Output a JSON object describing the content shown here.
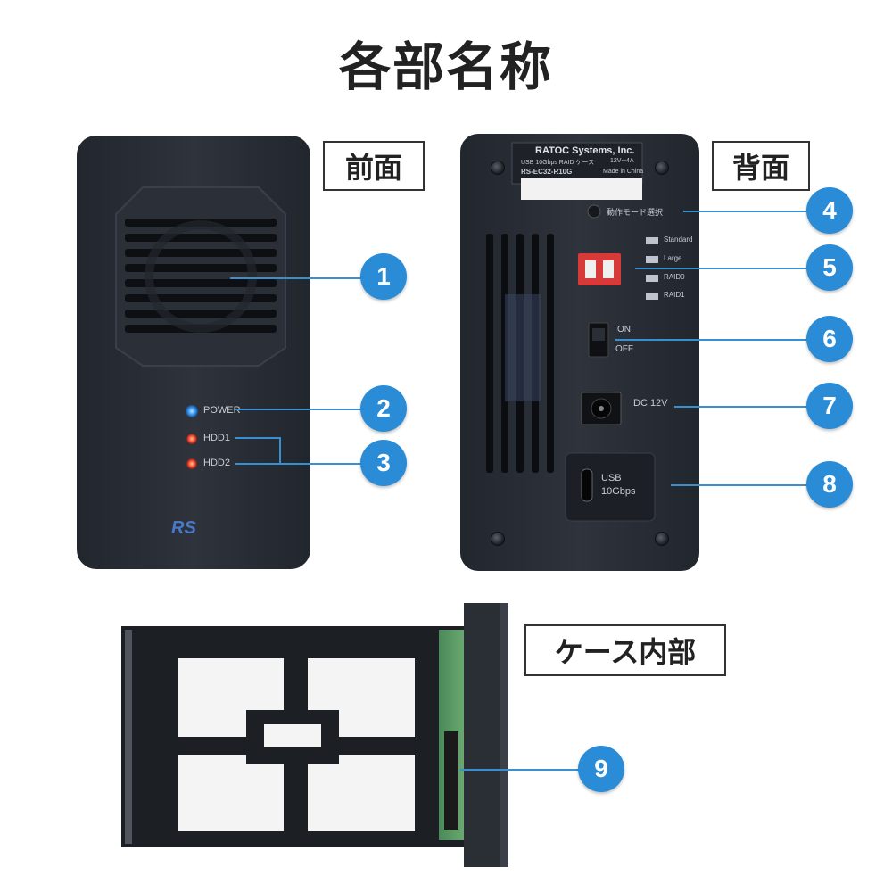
{
  "title": "各部名称",
  "sections": {
    "front_label": "前面",
    "back_label": "背面",
    "inside_label": "ケース内部"
  },
  "front_panel": {
    "power_led_label": "POWER",
    "hdd1_led_label": "HDD1",
    "hdd2_led_label": "HDD2",
    "colors": {
      "power_led": "#3fa0ff",
      "hdd_led": "#ff5a40",
      "body": "#2a2e36"
    }
  },
  "back_panel": {
    "brand": "RATOC Systems, Inc.",
    "product_line1": "USB 10Gbps RAID ケース",
    "product_spec": "12V⎓4A",
    "model": "RS-EC32-R10G",
    "origin": "Made in China",
    "mode_select_label": "動作モード選択",
    "dip_modes": [
      "Standard",
      "Large",
      "RAID0",
      "RAID1"
    ],
    "switch_on": "ON",
    "switch_off": "OFF",
    "dc_label": "DC 12V",
    "usb_label_line1": "USB",
    "usb_label_line2": "10Gbps"
  },
  "callouts": [
    "1",
    "2",
    "3",
    "4",
    "5",
    "6",
    "7",
    "8",
    "9"
  ],
  "accent_color": "#2a8bd6"
}
